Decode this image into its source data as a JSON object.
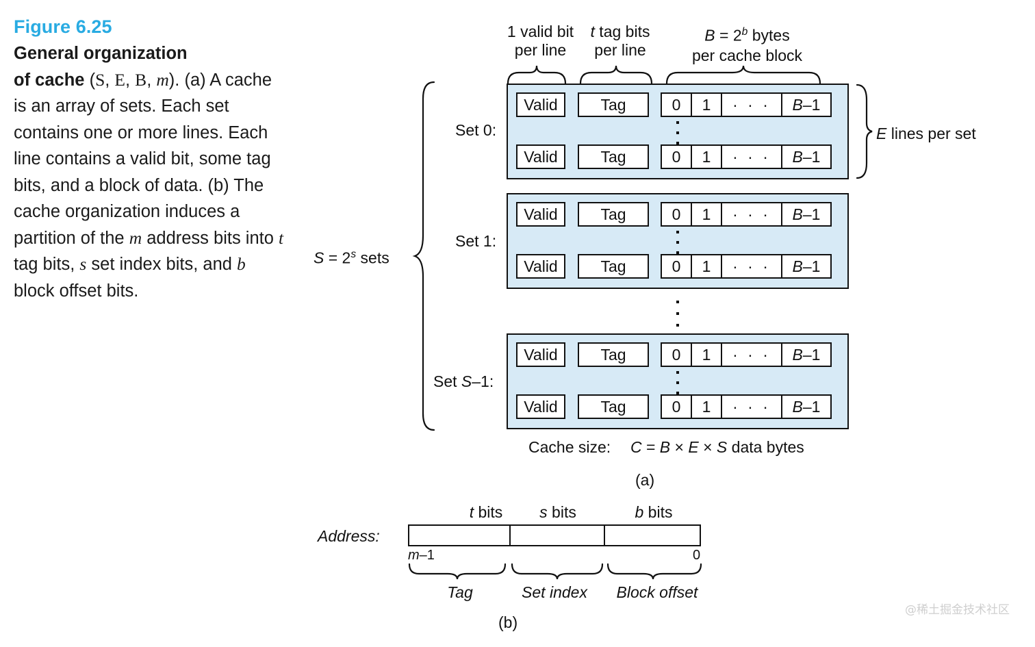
{
  "figure": {
    "number_label": "Figure 6.25",
    "accent_color": "#29abe2",
    "title_line1": "General organization",
    "title_line2_bold": "of cache",
    "title_params": "(S, E, B, m).",
    "body": "(a) A cache is an array of sets. Each set contains one or more lines. Each line contains a valid bit, some tag bits, and a block of data. (b) The cache organization induces a partition of the m address bits into t tag bits, s set index bits, and b block offset bits."
  },
  "diagram_a": {
    "panel_label": "(a)",
    "top_labels": {
      "valid": {
        "line1": "1 valid bit",
        "line2": "per line"
      },
      "tag": {
        "line1": "t tag bits",
        "line2": "per line"
      },
      "block": {
        "line1": "B = 2b bytes",
        "line2": "per cache block"
      }
    },
    "left_label": {
      "text": "S = 2s sets"
    },
    "right_label": {
      "text": "E lines per set"
    },
    "set_labels": [
      "Set 0:",
      "Set 1:",
      "Set S−1:"
    ],
    "line_fields": {
      "valid": "Valid",
      "tag": "Tag",
      "data_cells": [
        "0",
        "1",
        "· · ·",
        "B−1"
      ]
    },
    "cache_size_label": "Cache size:",
    "cache_size_formula": "C = B × E × S data bytes",
    "lines_per_set_shown": 2,
    "sets_shown": 3
  },
  "diagram_b": {
    "panel_label": "(b)",
    "address_label": "Address:",
    "field_bit_labels": [
      "t bits",
      "s bits",
      "b bits"
    ],
    "endpoint_left": "m−1",
    "endpoint_right": "0",
    "field_names": [
      "Tag",
      "Set index",
      "Block offset"
    ]
  },
  "watermark": {
    "text": "@稀土掘金技术社区"
  },
  "colors": {
    "accent": "#29abe2",
    "set_fill": "#d7eaf6",
    "stroke": "#111111",
    "cell_fill": "#ffffff",
    "watermark": "#cfcfcf"
  }
}
